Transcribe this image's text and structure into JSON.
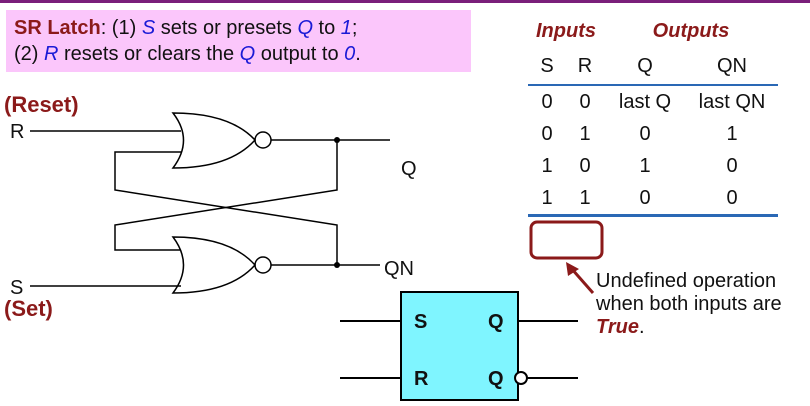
{
  "callout": {
    "title": "SR Latch",
    "line1_a": ": (1) ",
    "line1_s": "S",
    "line1_b": " sets or presets ",
    "line1_q": "Q",
    "line1_c": " to ",
    "line1_one": "1",
    "line1_d": ";",
    "line2_a": "(2) ",
    "line2_r": "R",
    "line2_b": " resets or clears the ",
    "line2_q": "Q",
    "line2_c": " output to ",
    "line2_zero": "0",
    "line2_d": "."
  },
  "diagram": {
    "reset_label": "(Reset)",
    "set_label": "(Set)",
    "r_input": "R",
    "s_input": "S",
    "q_output": "Q",
    "qn_output": "QN"
  },
  "table": {
    "group_inputs": "Inputs",
    "group_outputs": "Outputs",
    "columns": [
      "S",
      "R",
      "Q",
      "QN"
    ],
    "rows": [
      [
        "0",
        "0",
        "last Q",
        "last QN"
      ],
      [
        "0",
        "1",
        "0",
        "1"
      ],
      [
        "1",
        "0",
        "1",
        "0"
      ],
      [
        "1",
        "1",
        "0",
        "0"
      ]
    ]
  },
  "note": {
    "text": "Undefined operation when both inputs are ",
    "true_word": "True",
    "end": "."
  },
  "symbol": {
    "s_pin": "S",
    "r_pin": "R",
    "q_pin": "Q",
    "qn_pin": "Q"
  },
  "colors": {
    "callout_bg": "#fbc6fb",
    "maroon": "#8b1a1a",
    "blue": "#1a1ad6",
    "symbol_fill": "#7ff5ff",
    "table_rule": "#2a68b5"
  }
}
